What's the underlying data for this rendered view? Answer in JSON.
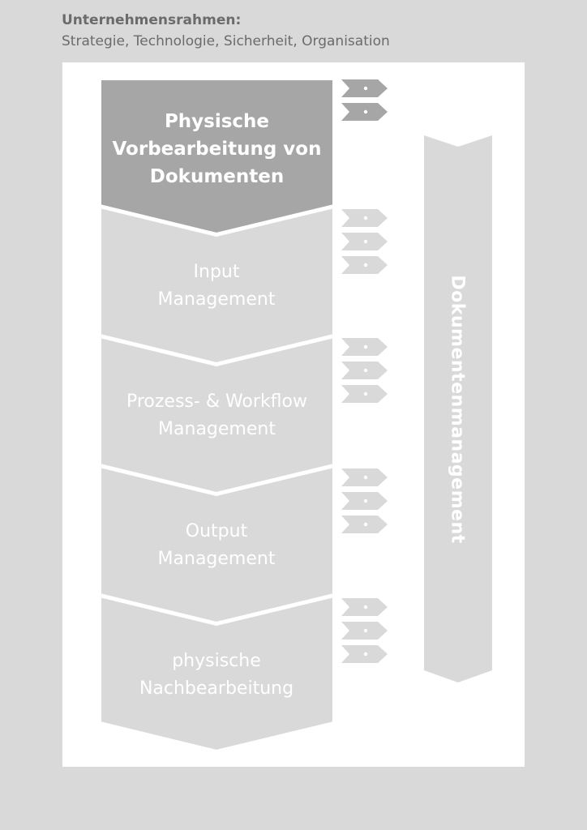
{
  "header": {
    "title": "Unternehmensrahmen:",
    "subtitle": "Strategie, Technologie, Sicherheit, Organisation"
  },
  "stages": [
    {
      "label": "Physische Vorbearbeitung von Dokumenten",
      "active": true,
      "marker_count": 2
    },
    {
      "label": "Input Management",
      "active": false,
      "marker_count": 3
    },
    {
      "label": "Prozess- & Workflow Management",
      "active": false,
      "marker_count": 3
    },
    {
      "label": "Output Management",
      "active": false,
      "marker_count": 3
    },
    {
      "label": "physische Nachbearbeitung",
      "active": false,
      "marker_count": 3
    }
  ],
  "side_arrow": {
    "label": "Dokumentenmanagement"
  },
  "colors": {
    "background": "#d9d9d9",
    "panel": "#ffffff",
    "active_stage": "#a6a6a6",
    "inactive_stage": "#d9d9d9",
    "header_text": "#6b6b6b"
  }
}
